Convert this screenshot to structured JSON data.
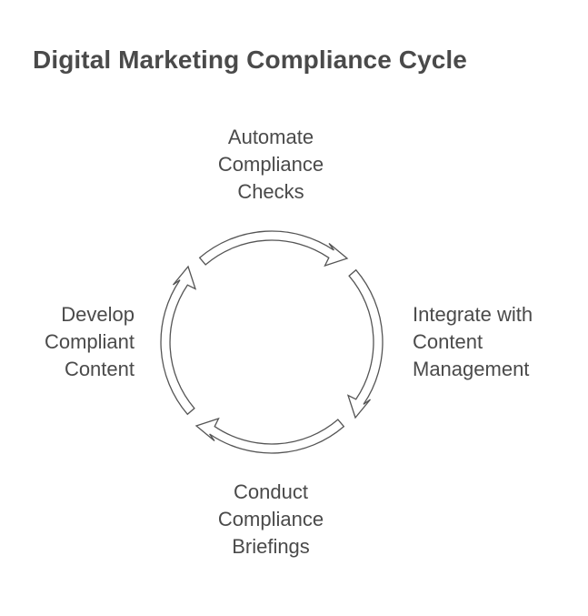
{
  "title": "Digital Marketing Compliance Cycle",
  "colors": {
    "text": "#4a4a4a",
    "arrow_stroke": "#555555",
    "arrow_fill": "#ffffff",
    "background": "#ffffff"
  },
  "steps": [
    {
      "position": "top",
      "lines": [
        "Automate",
        "Compliance",
        "Checks"
      ]
    },
    {
      "position": "right",
      "lines": [
        "Integrate with",
        "Content",
        "Management"
      ]
    },
    {
      "position": "bottom",
      "lines": [
        "Conduct",
        "Compliance",
        "Briefings"
      ]
    },
    {
      "position": "left",
      "lines": [
        "Develop",
        "Compliant",
        "Content"
      ]
    }
  ],
  "arrows": [
    {
      "from": "Develop Compliant Content",
      "to": "Integrate with Content Management",
      "icon": "curved-arrow-clockwise"
    },
    {
      "from": "Automate Compliance Checks",
      "to": "Conduct Compliance Briefings",
      "icon": "curved-arrow-clockwise"
    },
    {
      "from": "Integrate with Content Management",
      "to": "Develop Compliant Content",
      "icon": "curved-arrow-clockwise"
    },
    {
      "from": "Conduct Compliance Briefings",
      "to": "Automate Compliance Checks",
      "icon": "curved-arrow-clockwise"
    }
  ]
}
